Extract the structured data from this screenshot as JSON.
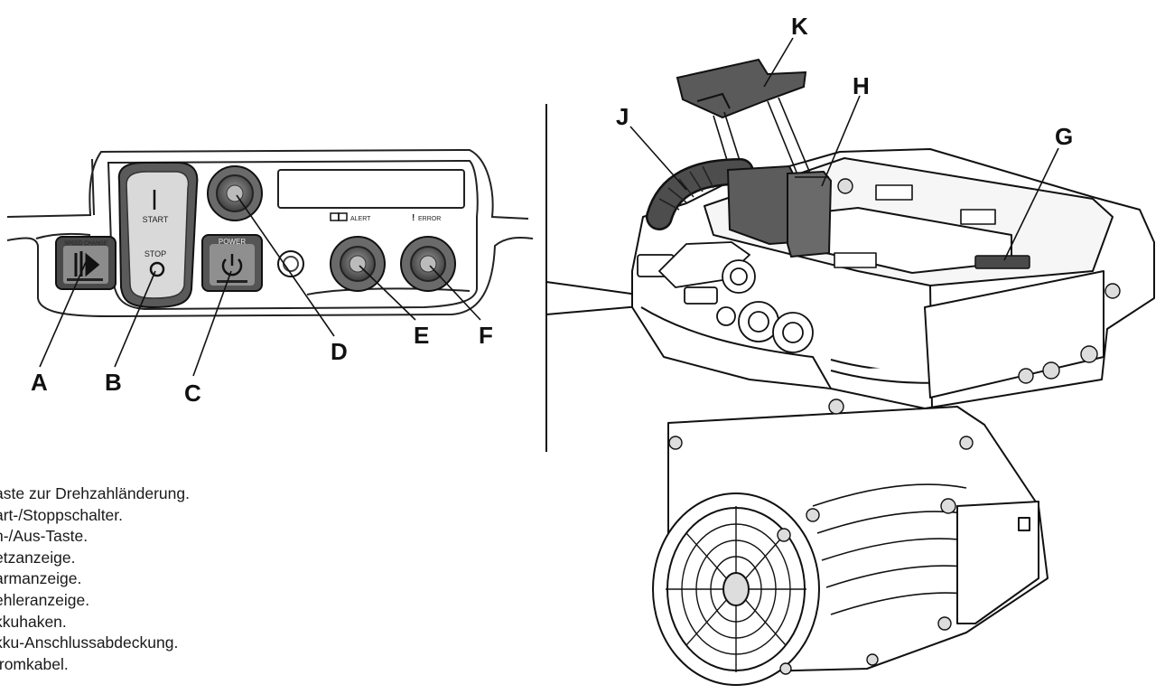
{
  "panel": {
    "start_label": "START",
    "stop_label": "STOP",
    "power_label": "POWER",
    "speed_label": "SPEED CHANGE",
    "alert_label": "ALERT",
    "error_label": "ERROR"
  },
  "callouts": {
    "a": "A",
    "b": "B",
    "c": "C",
    "d": "D",
    "e": "E",
    "f": "F",
    "g": "G",
    "h": "H",
    "j": "J",
    "k": "K"
  },
  "legend": [
    "aste zur Drehzahländerung.",
    "art-/Stoppschalter.",
    "n-/Aus-Taste.",
    "etzanzeige.",
    "armanzeige.",
    "ehleranzeige.",
    "kkuhaken.",
    "kku-Anschlussabdeckung.",
    "tromkabel."
  ]
}
